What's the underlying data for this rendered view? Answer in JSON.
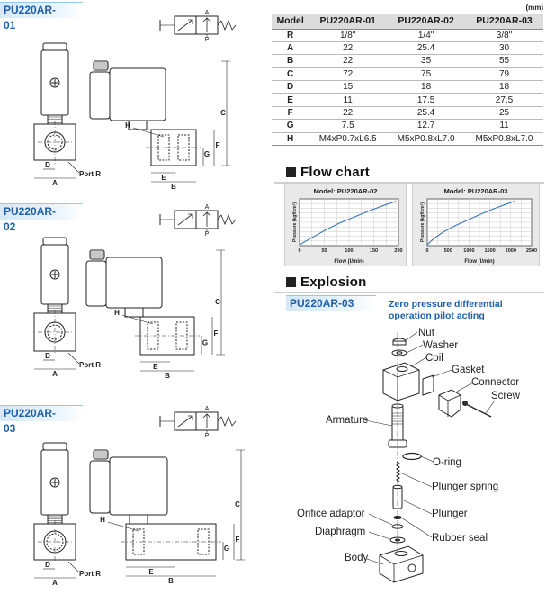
{
  "variants": [
    {
      "id": "PU220AR-01",
      "port_label": "Port  R"
    },
    {
      "id": "PU220AR-02",
      "port_label": "Port  R"
    },
    {
      "id": "PU220AR-03",
      "port_label": "Port  R"
    }
  ],
  "dimension_letters": {
    "a": "A",
    "b": "B",
    "c": "C",
    "d": "D",
    "e": "E",
    "f": "F",
    "g": "G",
    "h": "H"
  },
  "symbol_ports": {
    "top": "A",
    "bottom": "P"
  },
  "table": {
    "unit_note": "(mm)",
    "headers": [
      "Model",
      "PU220AR-01",
      "PU220AR-02",
      "PU220AR-03"
    ],
    "rows": [
      [
        "R",
        "1/8\"",
        "1/4\"",
        "3/8\""
      ],
      [
        "A",
        "22",
        "25.4",
        "30"
      ],
      [
        "B",
        "22",
        "35",
        "55"
      ],
      [
        "C",
        "72",
        "75",
        "79"
      ],
      [
        "D",
        "15",
        "18",
        "18"
      ],
      [
        "E",
        "11",
        "17.5",
        "27.5"
      ],
      [
        "F",
        "22",
        "25.4",
        "25"
      ],
      [
        "G",
        "7.5",
        "12.7",
        "11"
      ],
      [
        "H",
        "M4xP0.7xL6.5",
        "M5xP0.8xL7.0",
        "M5xP0.8xL7.0"
      ]
    ]
  },
  "flow_chart": {
    "title": "Flow chart",
    "charts": [
      {
        "title": "Model: PU220AR-02",
        "type": "line",
        "xlabel": "Flow (l/min)",
        "ylabel": "Pressure (kgf/cm²)",
        "xticks": [
          "0",
          "50",
          "100",
          "150",
          "200"
        ],
        "xlim": [
          0,
          200
        ],
        "ylim": [
          0,
          10
        ],
        "grid": true,
        "x": [
          0,
          20,
          50,
          80,
          110,
          140,
          170,
          195
        ],
        "y": [
          0.2,
          1.4,
          3.2,
          4.8,
          6.1,
          7.4,
          8.6,
          9.5
        ]
      },
      {
        "title": "Model: PU220AR-03",
        "type": "line",
        "xlabel": "Flow (l/min)",
        "ylabel": "Pressure (kgf/cm²)",
        "xticks": [
          "0",
          "500",
          "1000",
          "1500",
          "2000",
          "2500"
        ],
        "xlim": [
          0,
          2500
        ],
        "ylim": [
          0,
          10
        ],
        "grid": true,
        "x": [
          0,
          150,
          400,
          700,
          1000,
          1300,
          1600,
          1900,
          2100
        ],
        "y": [
          0.2,
          1.5,
          3.0,
          4.4,
          5.6,
          6.8,
          7.9,
          8.9,
          9.5
        ]
      }
    ]
  },
  "explosion": {
    "title": "Explosion",
    "model": "PU220AR-03",
    "subtitle": "Zero pressure differential operation pilot acting",
    "parts": [
      "Nut",
      "Washer",
      "Coil",
      "Gasket",
      "Connector",
      "Screw",
      "Armature",
      "O-ring",
      "Plunger spring",
      "Plunger",
      "Orifice adaptor",
      "Rubber seal",
      "Diaphragm",
      "Body"
    ]
  },
  "colors": {
    "accent": "#1f5fa8",
    "curve": "#3a78b5",
    "line_drawing": "#222222",
    "tag_bg": "#d6e9f7"
  }
}
